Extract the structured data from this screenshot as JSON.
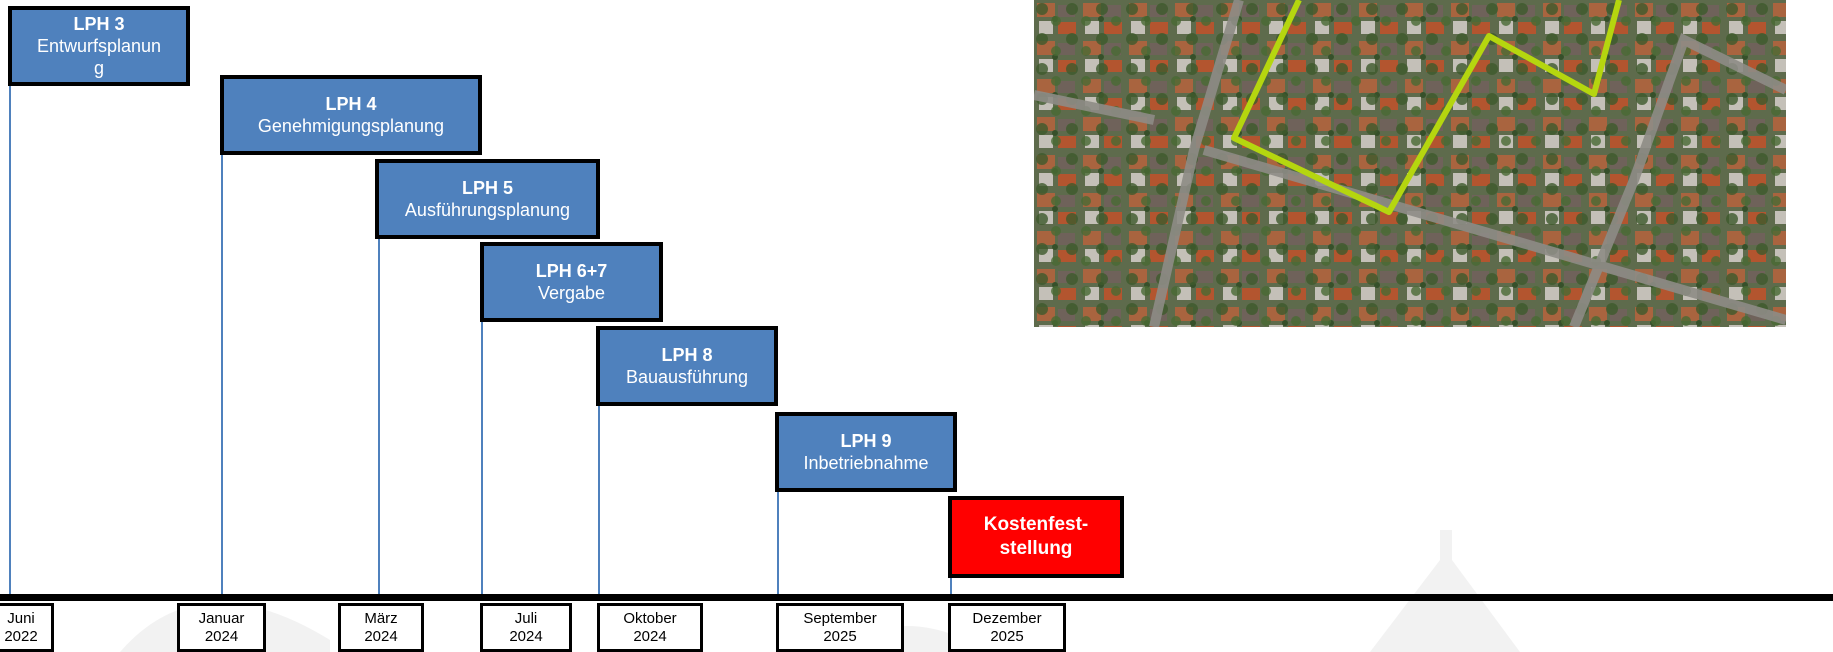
{
  "phases": [
    {
      "code": "LPH 3",
      "name": "Entwurfsplanung"
    },
    {
      "code": "LPH 4",
      "name": "Genehmigungsplanung"
    },
    {
      "code": "LPH 5",
      "name": "Ausführungsplanung"
    },
    {
      "code": "LPH 6+7",
      "name": "Vergabe"
    },
    {
      "code": "LPH 8",
      "name": "Bauausführung"
    },
    {
      "code": "LPH 9",
      "name": "Inbetriebnahme"
    }
  ],
  "final_milestone": {
    "line1": "Kostenfest-",
    "line2": "stellung"
  },
  "dates": [
    {
      "month": "Juni",
      "year": "2022"
    },
    {
      "month": "Januar",
      "year": "2024"
    },
    {
      "month": "März",
      "year": "2024"
    },
    {
      "month": "Juli",
      "year": "2024"
    },
    {
      "month": "Oktober",
      "year": "2024"
    },
    {
      "month": "September",
      "year": "2025"
    },
    {
      "month": "Dezember",
      "year": "2025"
    }
  ],
  "colors": {
    "phase_fill": "#4f81bd",
    "milestone_fill": "#ff0000",
    "map_outline": "#b5d60f"
  },
  "map": {
    "description_icon": "aerial-map-image"
  }
}
